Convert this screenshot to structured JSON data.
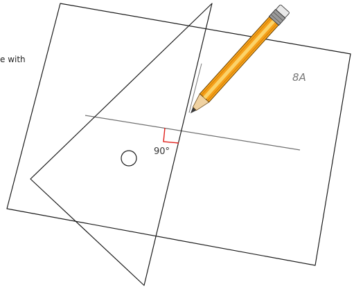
{
  "caption_fragment": "e with",
  "paper_label": "8A",
  "angle_label": "90°",
  "colors": {
    "outline": "#1a1a1a",
    "line": "#6e6e6e",
    "right_angle": "#e0201b",
    "pencil_body": "#f6a01a",
    "pencil_stripe": "#fbd36a",
    "pencil_wood": "#f0d2a2",
    "pencil_tip": "#3a3a3a",
    "ferrule": "#9a9a9a",
    "eraser": "#e9e9e9"
  },
  "icons": [
    "paper-sheet",
    "set-square-triangle",
    "pencil-icon",
    "right-angle-marker",
    "hole-circle"
  ]
}
